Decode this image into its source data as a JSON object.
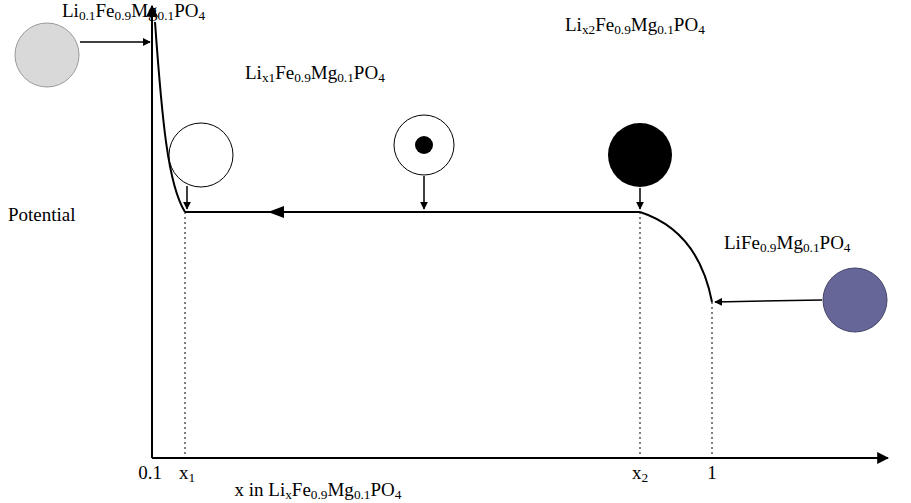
{
  "diagram": {
    "labels": [
      "Li0.1Fe0.9Mg0.1PO4",
      "Lix1Fe0.9Mg0.1PO4",
      "Lix2Fe0.9Mg0.1PO4",
      "LiFe0.9Mg0.1PO4",
      "Potential",
      "0.1",
      "x1",
      "x2",
      "1",
      "x in LixFe0.9Mg0.1PO4"
    ]
  }
}
